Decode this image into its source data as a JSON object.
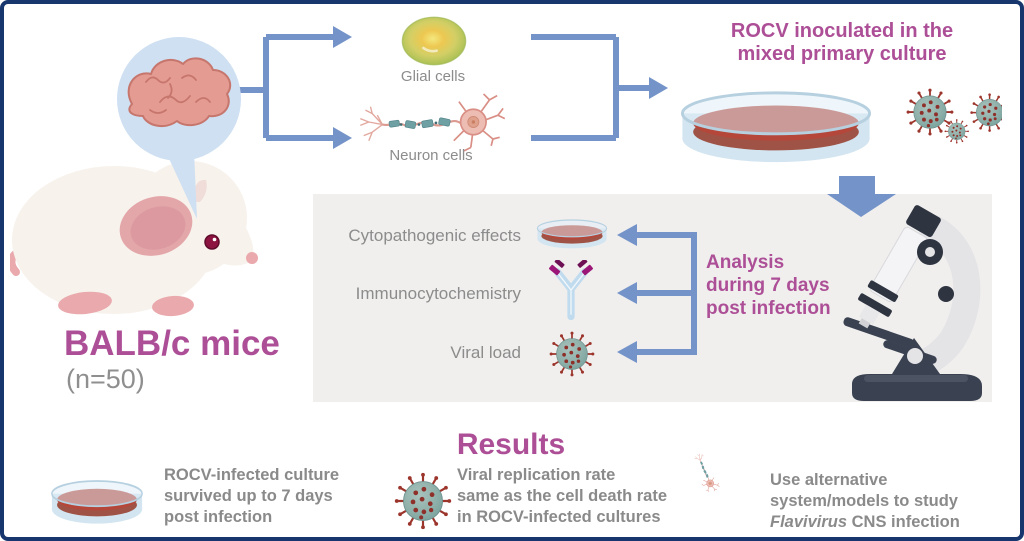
{
  "figure": {
    "inoculation_title_line1": "ROCV inoculated in the",
    "inoculation_title_line2": "mixed primary culture",
    "glial_label": "Glial cells",
    "neuron_label": "Neuron cells",
    "mouse_label": "BALB/c mice",
    "mouse_count": "(n=50)"
  },
  "analysis": {
    "rows": [
      {
        "label": "Cytopathogenic effects",
        "icon": "petri-dish-icon"
      },
      {
        "label": "Immunocytochemistry",
        "icon": "antibody-icon"
      },
      {
        "label": "Viral load",
        "icon": "virus-icon"
      }
    ],
    "caption_line1": "Analysis",
    "caption_line2": "during 7 days",
    "caption_line3": "post infection"
  },
  "results": {
    "title": "Results",
    "items": [
      {
        "icon": "petri-dish-icon",
        "line1": "ROCV-infected culture",
        "line2": "survived up to 7 days",
        "line3": "post infection"
      },
      {
        "icon": "virus-icon",
        "line1": "Viral replication rate",
        "line2": "same as the cell death rate",
        "line3": "in ROCV-infected cultures"
      },
      {
        "icon": "neuron-icon",
        "line1": "Use alternative",
        "line2": "system/models to study",
        "line3_italic": "Flavivirus",
        "line3_rest": " CNS infection"
      }
    ]
  },
  "colors": {
    "border_navy": "#16366d",
    "arrow_blue": "#7493c8",
    "accent_purple": "#ad4f97",
    "label_gray": "#8c8c8c",
    "panel_gray": "#f0efee",
    "virus_teal": "#8fb0aa",
    "culture_red": "#b5473a",
    "glial_green": "#a2ba50"
  }
}
